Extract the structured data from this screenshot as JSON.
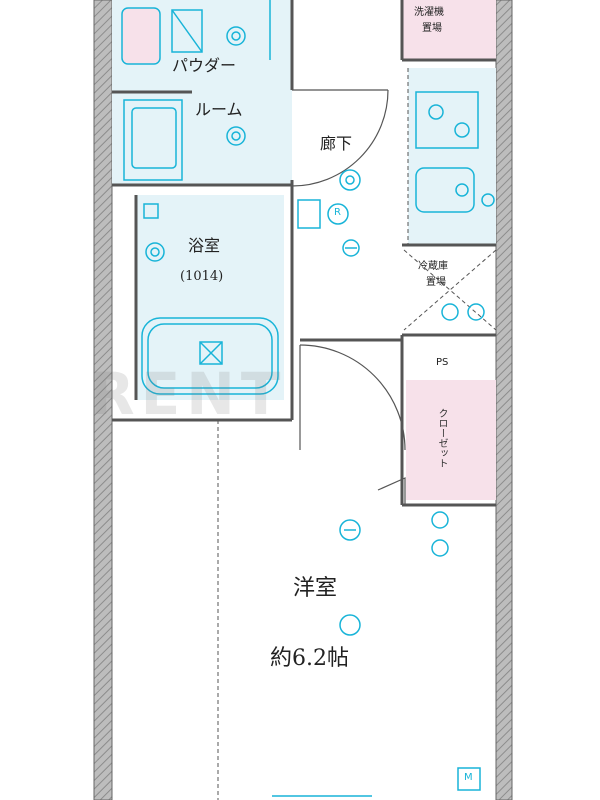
{
  "rooms": {
    "powder": {
      "line1": "パウダー",
      "line2": "ルーム"
    },
    "corridor": "廊下",
    "bath": {
      "name": "浴室",
      "size": "(1014)"
    },
    "western": {
      "name": "洋室",
      "area": "約6.2帖"
    },
    "washer": {
      "line1": "洗濯機",
      "line2": "置場"
    },
    "fridge": {
      "line1": "冷蔵庫",
      "line2": "置場"
    },
    "ps": "PS",
    "closet": "クローゼット"
  },
  "symbols": {
    "outlet_r": "R",
    "meter_m": "M"
  },
  "colors": {
    "fixture": "#18b4d8",
    "wet_fill": "#e4f3f8",
    "pink_fill": "#f7e1ea",
    "wall": "#9a9a9a"
  }
}
